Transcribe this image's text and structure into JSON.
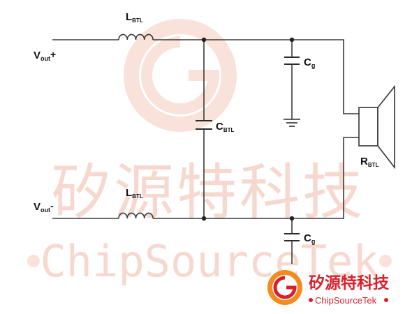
{
  "diagram": {
    "nodes": {
      "vout_plus": {
        "main": "V",
        "sub": "out",
        "suffix": "+"
      },
      "vout_minus": {
        "main": "V",
        "sub": "out",
        "suffix": "-"
      },
      "inductor_top": {
        "main": "L",
        "sub": "BTL"
      },
      "inductor_bottom": {
        "main": "L",
        "sub": "BTL"
      },
      "cap_btl": {
        "main": "C",
        "sub": "BTL"
      },
      "cap_g_top": {
        "main": "C",
        "sub": "g"
      },
      "cap_g_bottom": {
        "main": "C",
        "sub": "g"
      },
      "speaker": {
        "main": "R",
        "sub": "BTL"
      }
    }
  },
  "watermark": {
    "chinese": "矽源特科技",
    "latin": "ChipSourceTek"
  },
  "logo": {
    "chinese": "矽源特科技",
    "latin": "ChipSourceTek"
  },
  "colors": {
    "wire": "#3a3a3a",
    "watermark": "#f6d8cf",
    "logo_red": "#d8202a",
    "logo_orange": "#f28c1e"
  }
}
